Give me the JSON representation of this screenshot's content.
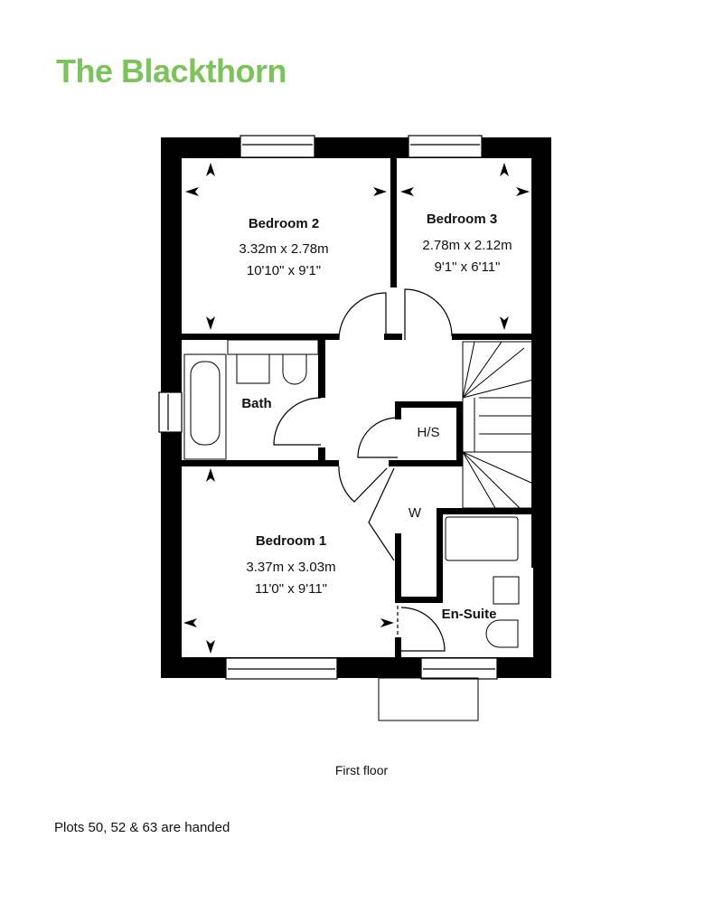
{
  "title": "The Blackthorn",
  "colors": {
    "title": "#7cc35b",
    "wall": "#000000"
  },
  "rooms": [
    {
      "name": "Bedroom 2",
      "metric": "3.32m x 2.78m",
      "imperial": "10'10\" x 9'1\""
    },
    {
      "name": "Bedroom 3",
      "metric": "2.78m x 2.12m",
      "imperial": "9'1\" x 6'11\""
    },
    {
      "name": "Bedroom 1",
      "metric": "3.37m x 3.03m",
      "imperial": "11'0\" x 9'11\""
    },
    {
      "name": "Bath"
    },
    {
      "name": "H/S"
    },
    {
      "name": "W"
    },
    {
      "name": "En-Suite"
    }
  ],
  "floor_label": "First floor",
  "note": "Plots  50, 52 & 63 are handed"
}
